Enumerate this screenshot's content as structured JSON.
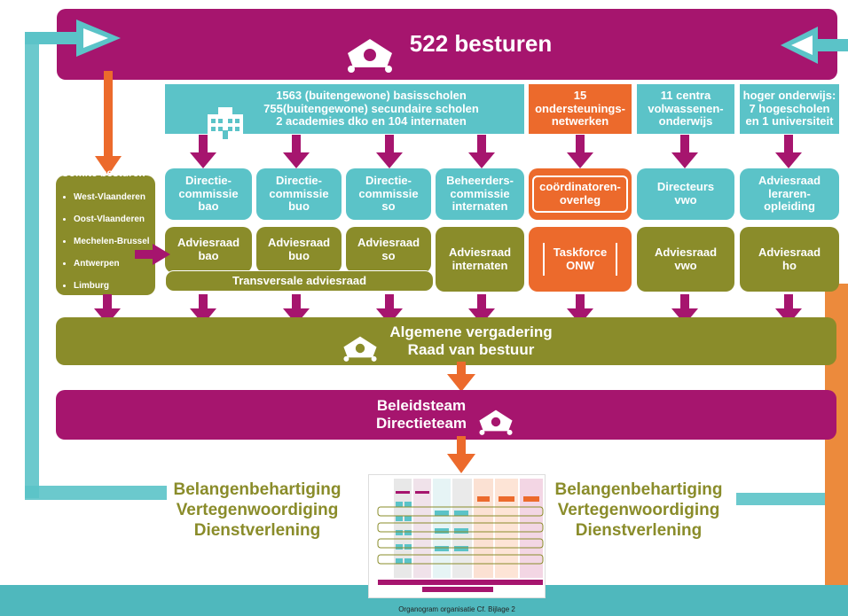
{
  "top": {
    "title": "522 besturen"
  },
  "row1": {
    "schools": "1563 (buitengewone) basisscholen\n755(buitengewone) secundaire scholen\n2 academies dko en 104 internaten",
    "netwerken": "15\nondersteunings-\nnetwerken",
    "vwo": "11 centra\nvolwassenen-\nonderwijs",
    "ho": "hoger onderwijs:\n7 hogescholen\nen 1 universiteit"
  },
  "comite": {
    "title": "Comité besturen",
    "items": [
      "West-Vlaanderen",
      "Oost-Vlaanderen",
      "Mechelen-Brussel",
      "Antwerpen",
      "Limburg"
    ]
  },
  "row2": [
    "Directie-\ncommissie\nbao",
    "Directie-\ncommissie\nbuo",
    "Directie-\ncommissie\nso",
    "Beheerders-\ncommissie\ninternaten",
    "coördinatoren-\noverleg",
    "Directeurs\nvwo",
    "Adviesraad\nleraren-\nopleiding"
  ],
  "row3": [
    "Adviesraad\nbao",
    "Adviesraad\nbuo",
    "Adviesraad\nso",
    "Adviesraad\ninternaten",
    "Taskforce\nONW",
    "Adviesraad\nvwo",
    "Adviesraad\nho"
  ],
  "transversaal": "Transversale adviesraad",
  "algemene": "Algemene vergadering\nRaad van bestuur",
  "beleid": "Beleidsteam\nDirectieteam",
  "left_text": "Belangenbehartiging\nVertegenwoordiging\nDienstverlening",
  "right_text": "Belangenbehartiging\nVertegenwoordiging\nDienstverlening",
  "footer": "Organogram organisatie Cf. Bijlage 2",
  "colors": {
    "magenta": "#a6156e",
    "teal": "#5bc3c8",
    "olive": "#8a8c2a",
    "orange": "#ec6a2c"
  }
}
